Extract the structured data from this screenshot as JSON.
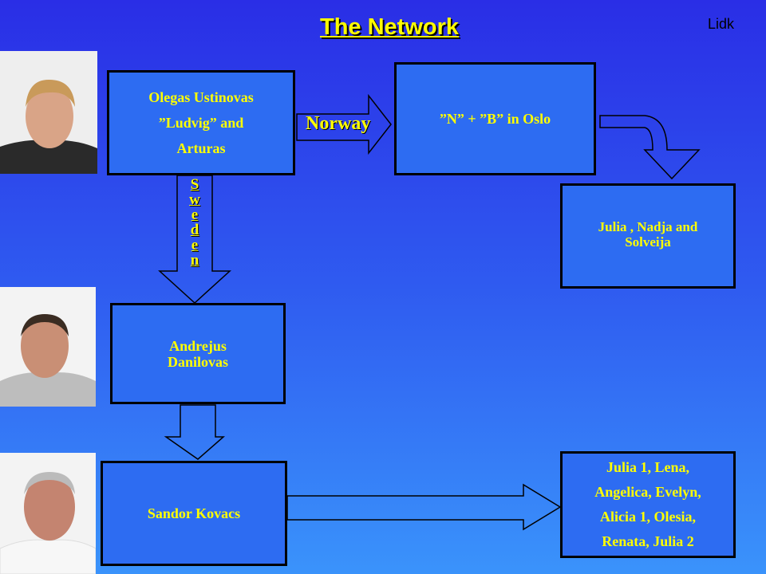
{
  "title": "The Network",
  "corner_label": "Lidk",
  "arrow_labels": {
    "norway": "Norway",
    "sweden": [
      "S",
      "w",
      "e",
      "d",
      "e",
      "n"
    ]
  },
  "boxes": {
    "olegas": [
      "Olegas Ustinovas",
      "”Ludvig” and",
      "Arturas"
    ],
    "nb_oslo": "”N” + ”B” in Oslo",
    "julia_nadja": [
      "Julia , Nadja and",
      "Solveija"
    ],
    "andrejus": [
      "Andrejus",
      "Danilovas"
    ],
    "sandor": "Sandor Kovacs",
    "julia_list": [
      "Julia 1, Lena,",
      "Angelica, Evelyn,",
      "Alicia 1, Olesia,",
      "Renata, Julia 2"
    ]
  },
  "colors": {
    "text": "#ffff00",
    "border": "#000000",
    "box_fill": "#2d6cf2"
  },
  "photos": [
    "person-photo-1",
    "person-photo-2",
    "person-photo-3"
  ]
}
